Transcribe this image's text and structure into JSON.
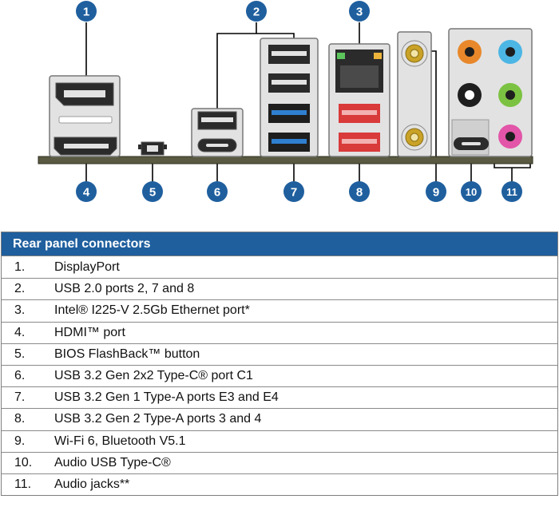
{
  "callouts": [
    "1",
    "2",
    "3",
    "4",
    "5",
    "6",
    "7",
    "8",
    "9",
    "10",
    "11"
  ],
  "colors": {
    "callout": "#1f5f9e",
    "header_bg": "#1f5f9e",
    "board": "#5a5a42",
    "port_light": "#e0e0e0",
    "port_dark": "#2b2b2b",
    "usb3_blue": "#2f7fd0",
    "usb_red": "#d93a3a",
    "audio_orange": "#e8882a",
    "audio_blue": "#4cb6e4",
    "audio_black": "#1e1e1e",
    "audio_green": "#7cc242",
    "audio_pink": "#e255a8",
    "antenna_gold": "#c9a227"
  },
  "table": {
    "title": "Rear panel connectors",
    "rows": [
      {
        "num": "1.",
        "desc": "DisplayPort"
      },
      {
        "num": "2.",
        "desc": "USB 2.0 ports 2, 7 and 8"
      },
      {
        "num": "3.",
        "desc": "Intel® I225-V 2.5Gb Ethernet port*"
      },
      {
        "num": "4.",
        "desc": "HDMI™ port"
      },
      {
        "num": "5.",
        "desc": "BIOS FlashBack™ button"
      },
      {
        "num": "6.",
        "desc": "USB 3.2 Gen 2x2 Type-C® port C1"
      },
      {
        "num": "7.",
        "desc": "USB 3.2 Gen 1 Type-A ports E3 and E4"
      },
      {
        "num": "8.",
        "desc": "USB 3.2 Gen 2 Type-A ports 3 and 4"
      },
      {
        "num": "9.",
        "desc": "Wi-Fi 6, Bluetooth V5.1"
      },
      {
        "num": "10.",
        "desc": "Audio USB Type-C®"
      },
      {
        "num": "11.",
        "desc": "Audio jacks**"
      }
    ]
  }
}
